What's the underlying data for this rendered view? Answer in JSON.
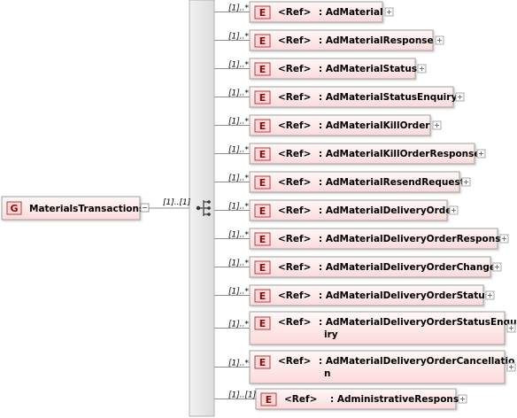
{
  "group": {
    "badge": "G",
    "name": "MaterialsTransactions",
    "multiplicity": "[1]..[1]"
  },
  "elements": [
    {
      "badge": "E",
      "ref": "<Ref>",
      "name_lines": [
        ": AdMaterial"
      ],
      "multiplicity": "[1]..*"
    },
    {
      "badge": "E",
      "ref": "<Ref>",
      "name_lines": [
        ": AdMaterialResponse"
      ],
      "multiplicity": "[1]..*"
    },
    {
      "badge": "E",
      "ref": "<Ref>",
      "name_lines": [
        ": AdMaterialStatus"
      ],
      "multiplicity": "[1]..*"
    },
    {
      "badge": "E",
      "ref": "<Ref>",
      "name_lines": [
        ": AdMaterialStatusEnquiry"
      ],
      "multiplicity": "[1]..*"
    },
    {
      "badge": "E",
      "ref": "<Ref>",
      "name_lines": [
        ": AdMaterialKillOrder"
      ],
      "multiplicity": "[1]..*"
    },
    {
      "badge": "E",
      "ref": "<Ref>",
      "name_lines": [
        ": AdMaterialKillOrderResponse"
      ],
      "multiplicity": "[1]..*"
    },
    {
      "badge": "E",
      "ref": "<Ref>",
      "name_lines": [
        ": AdMaterialResendRequest"
      ],
      "multiplicity": "[1]..*"
    },
    {
      "badge": "E",
      "ref": "<Ref>",
      "name_lines": [
        ": AdMaterialDeliveryOrder"
      ],
      "multiplicity": "[1]..*"
    },
    {
      "badge": "E",
      "ref": "<Ref>",
      "name_lines": [
        ": AdMaterialDeliveryOrderResponse"
      ],
      "multiplicity": "[1]..*"
    },
    {
      "badge": "E",
      "ref": "<Ref>",
      "name_lines": [
        ": AdMaterialDeliveryOrderChange"
      ],
      "multiplicity": "[1]..*"
    },
    {
      "badge": "E",
      "ref": "<Ref>",
      "name_lines": [
        ": AdMaterialDeliveryOrderStatus"
      ],
      "multiplicity": "[1]..*"
    },
    {
      "badge": "E",
      "ref": "<Ref>",
      "name_lines": [
        ": AdMaterialDeliveryOrderStatusEnqu",
        "iry"
      ],
      "multiplicity": "[1]..*"
    },
    {
      "badge": "E",
      "ref": "<Ref>",
      "name_lines": [
        ": AdMaterialDeliveryOrderCancellatio",
        "n"
      ],
      "multiplicity": "[1]..*"
    },
    {
      "badge": "E",
      "ref": "<Ref>",
      "name_lines": [
        ": AdministrativeResponse"
      ],
      "multiplicity": "[1]..[1]"
    }
  ],
  "colors": {
    "card_fill_start": "#fff5f5",
    "card_fill_end": "#fcdcdc",
    "card_border": "#a0a0a0",
    "badge_fill": "#ffd9d9",
    "badge_border": "#b04040",
    "badge_text": "#8a0a0a",
    "line": "#8c8c8c",
    "sequence_fill": "#e8e8e8",
    "group_fill_end": "#fde3e3"
  }
}
